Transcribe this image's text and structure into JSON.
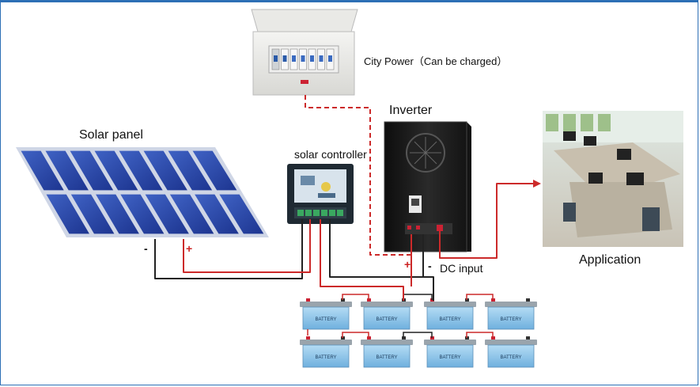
{
  "labels": {
    "solar_panel": "Solar panel",
    "solar_controller": "solar controller",
    "city_power": "City Power（Can be charged）",
    "inverter": "Inverter",
    "application": "Application",
    "dc_input": "DC input",
    "battery": "BATTERY"
  },
  "polarity": {
    "panel_negative": "-",
    "panel_positive": "+",
    "battery_positive": "+",
    "battery_negative": "-"
  },
  "colors": {
    "frame": "#2d6fb5",
    "red_wire": "#cc2a2a",
    "black_wire": "#222222",
    "panel_cell": "#2a4aa8",
    "battery_body": "#8ec5ea",
    "inverter_body": "#1a1a1a",
    "controller_body": "#1f2a33"
  }
}
